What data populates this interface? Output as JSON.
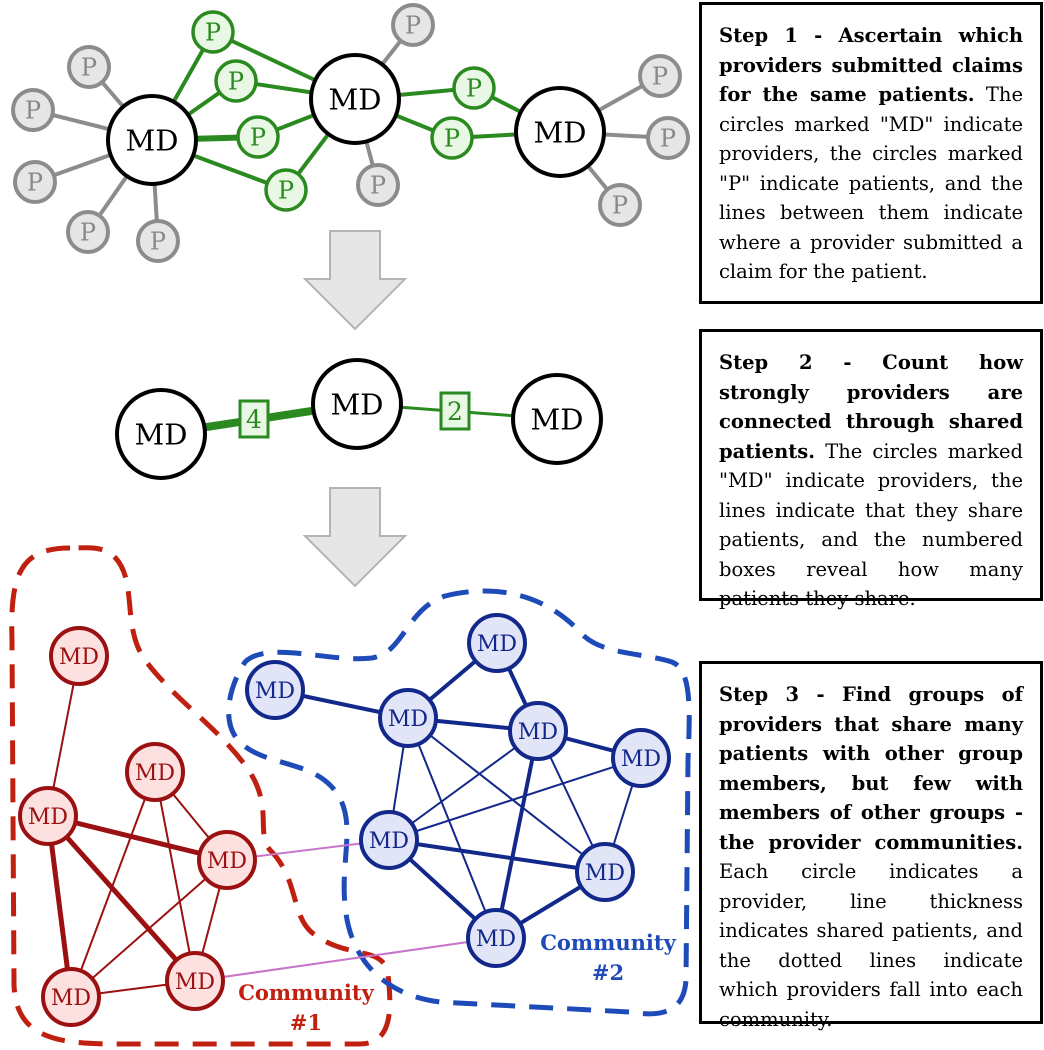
{
  "nodes": {
    "md_label": "MD",
    "p_label": "P"
  },
  "step2": {
    "weight_left": "4",
    "weight_right": "2"
  },
  "communities": {
    "c1_line1": "Community",
    "c1_line2": "#1",
    "c2_line1": "Community",
    "c2_line2": "#2"
  },
  "steps": [
    {
      "title": "Step 1 - Ascertain which providers submitted claims for the same patients.",
      "body": "The circles marked \"MD\" indicate providers, the circles marked \"P\" indicate patients, and the lines between them indicate where a provider submitted a claim for the patient."
    },
    {
      "title": "Step 2 - Count how strongly providers are connected through shared patients.",
      "body": "The circles marked \"MD\" indicate providers, the lines indicate that they share patients, and the numbered boxes reveal how many patients they share."
    },
    {
      "title": "Step 3 - Find groups of providers that share many patients with other group members, but few with members of other groups - the provider communities.",
      "body": "Each circle indicates a provider, line thickness indicates shared patients, and the dotted lines indicate which providers fall into each community."
    }
  ],
  "colors": {
    "shared_edge": "#2a8a1f",
    "shared_node_fill": "#e9f8e4",
    "other_node_stroke": "#8c8c8c",
    "other_node_fill": "#e6e6e6",
    "community1": "#9b1111",
    "community1_fill": "#fde0e0",
    "community1_outline": "#c0200f",
    "community2": "#12288a",
    "community2_fill": "#e2e4f8",
    "community2_outline": "#1f4bb8",
    "cross_edge": "#c874c8",
    "arrow_fill": "#e6e6e6",
    "arrow_stroke": "#b4b4b4"
  }
}
